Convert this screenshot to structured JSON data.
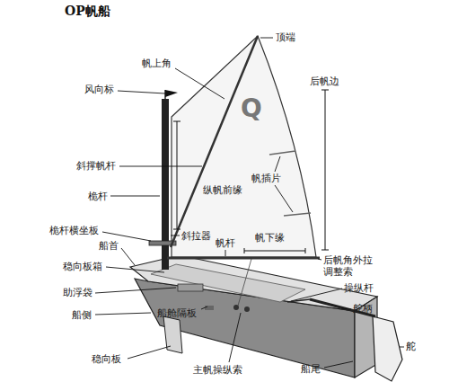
{
  "diagram": {
    "title": "OP帆船",
    "labels": [
      "Q",
      "顶端",
      "帆上角",
      "风向标",
      "后帆边",
      "斜撑帆杆",
      "纵帆前缘",
      "帆插片",
      "桅杆",
      "桅杆横坐板",
      "斜拉器",
      "帆杆",
      "帆下缘",
      "船首",
      "稳向板箱",
      "后帆角外拉 调整索",
      "操纵杆",
      "助浮袋",
      "船舱隔板",
      "舵柄",
      "船侧",
      "舵",
      "稳向板",
      "主帆操纵索",
      "船尾"
    ]
  }
}
